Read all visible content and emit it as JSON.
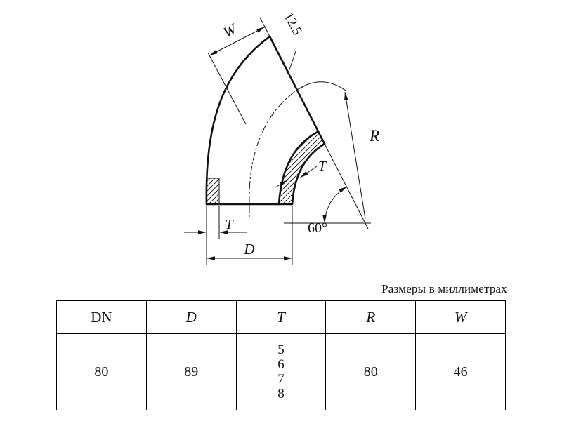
{
  "caption": "Размеры в миллиметрах",
  "drawing": {
    "labels": {
      "width": "W",
      "roughness": "12,5",
      "radius": "R",
      "wall_upper": "T",
      "wall_lower": "T",
      "diameter": "D",
      "angle": "60°"
    }
  },
  "table": {
    "headers": [
      "DN",
      "D",
      "T",
      "R",
      "W"
    ],
    "row": {
      "dn": "80",
      "d": "89",
      "t": [
        "5",
        "6",
        "7",
        "8"
      ],
      "r": "80",
      "w": "46"
    }
  },
  "colors": {
    "ink": "#111111",
    "background": "#ffffff"
  }
}
